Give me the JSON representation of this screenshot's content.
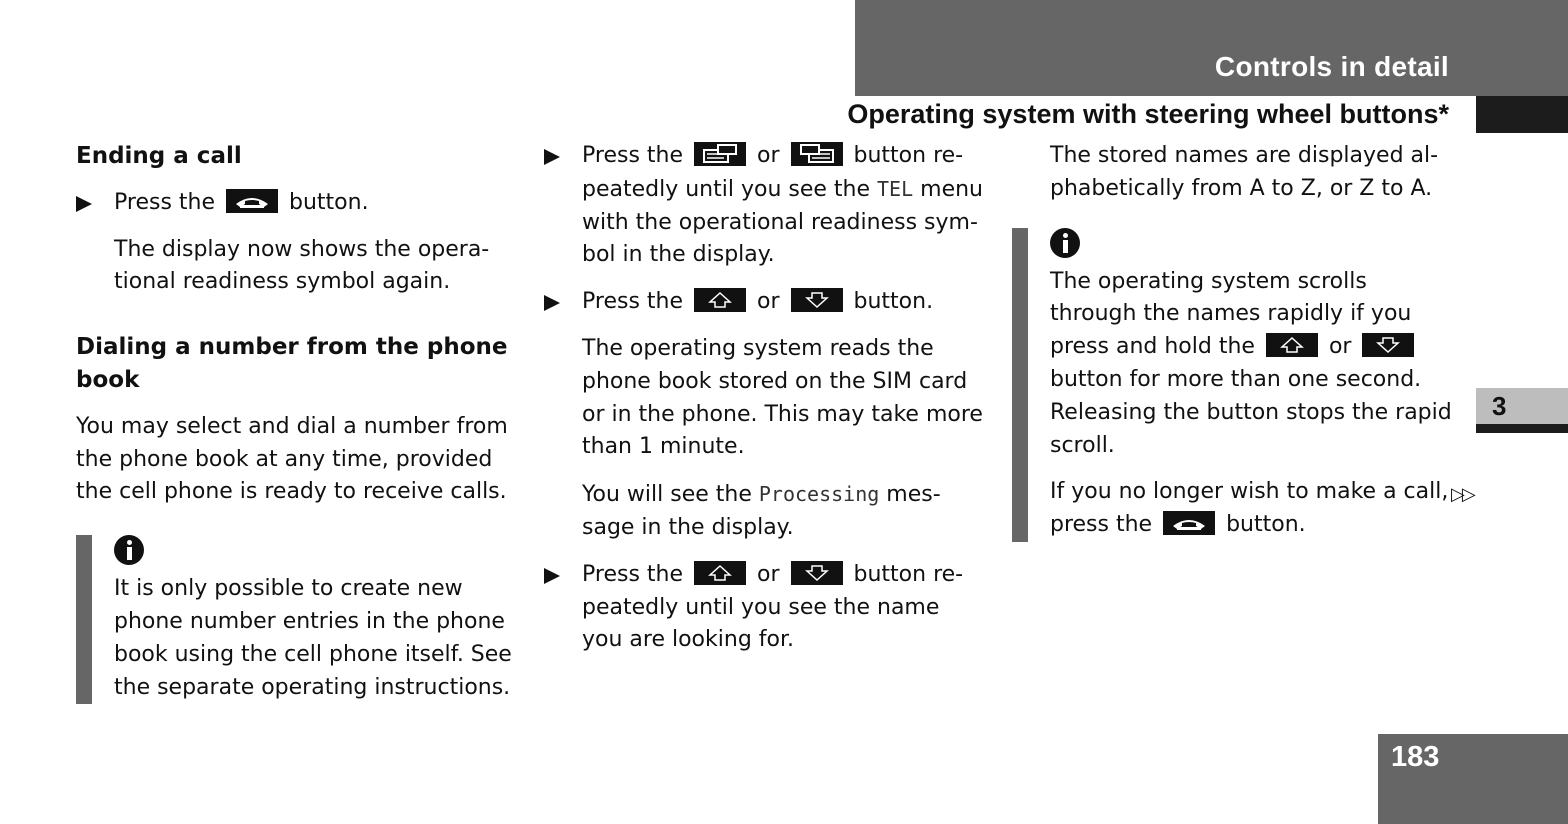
{
  "header": {
    "section_title": "Controls in detail",
    "subtitle": "Operating system with steering wheel buttons*"
  },
  "chapter_tab": "3",
  "page_number": "183",
  "continue_marker": "▷▷",
  "col1": {
    "heading1": "Ending a call",
    "step1_pre": "Press the",
    "step1_post": "button.",
    "step1_result": "The display now shows the opera-tional readiness symbol again.",
    "heading2": "Dialing a number from the phone book",
    "para": "You may select and dial a number from the phone book at any time, provided the cell phone is ready to receive calls.",
    "note": "It is only possible to create new phone number entries in the phone book using the cell phone itself. See the separate operating instructions."
  },
  "col2": {
    "s1_pre": "Press the",
    "s1_or": "or",
    "s1_mid": "button re-peatedly until you see the",
    "s1_code": "TEL",
    "s1_post": "menu with the operational readiness sym-bol in the display.",
    "s2_pre": "Press the",
    "s2_or": "or",
    "s2_post": "button.",
    "s2_result": "The operating system reads the phone book stored on the SIM card or in the phone. This may take more than 1 minute.",
    "s2_result2_pre": "You will see the",
    "s2_result2_code": "Processing",
    "s2_result2_post": "mes-sage in the display.",
    "s3_pre": "Press the",
    "s3_or": "or",
    "s3_post": "button re-peatedly until you see the name you are looking for."
  },
  "col3": {
    "para1": "The stored names are displayed al-phabetically from A to Z, or Z to A.",
    "note_pre": "The operating system scrolls through the names rapidly if you press and hold the",
    "note_or": "or",
    "note_post": "button for more than one second. Releasing the button stops the rapid scroll.",
    "para2_pre": "If you no longer wish to make a call, press the",
    "para2_post": "button."
  },
  "icons": {
    "end_call": "end-call-icon",
    "page_left": "page-left-icon",
    "page_right": "page-right-icon",
    "up": "up-arrow-icon",
    "down": "down-arrow-icon",
    "info": "info-icon"
  }
}
